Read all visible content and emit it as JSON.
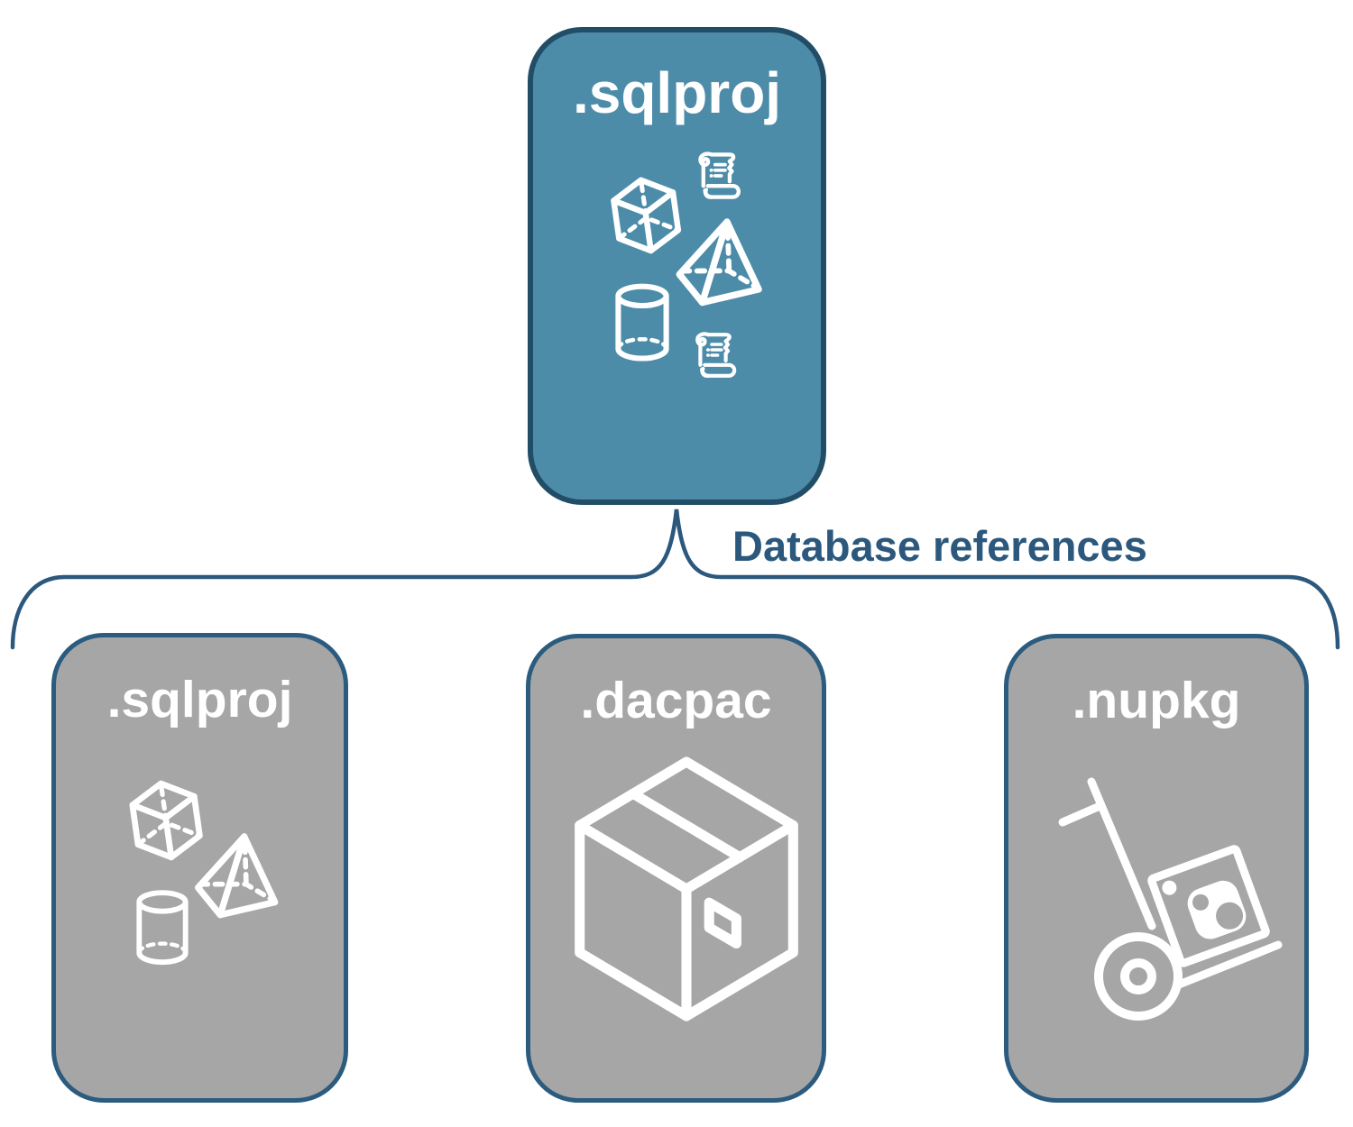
{
  "connector": {
    "label": "Database references"
  },
  "nodes": {
    "top": {
      "label": ".sqlproj",
      "icons": [
        "scroll-icon",
        "cube-icon",
        "pyramid-icon",
        "cylinder-icon",
        "scroll-icon"
      ]
    },
    "children": [
      {
        "label": ".sqlproj",
        "icons": [
          "cube-icon",
          "pyramid-icon",
          "cylinder-icon"
        ]
      },
      {
        "label": ".dacpac",
        "icons": [
          "package-box-icon"
        ]
      },
      {
        "label": ".nupkg",
        "icons": [
          "nuget-handtruck-icon"
        ]
      }
    ]
  },
  "colors": {
    "top_node_fill": "#4C8CA9",
    "top_node_border": "#224D66",
    "child_node_fill": "#A6A6A6",
    "child_node_border": "#2B5B7E",
    "connector_line": "#2B587C",
    "connector_label_text": "#2B587C",
    "node_title_text": "#FFFFFF",
    "icon_stroke": "#FFFFFF"
  }
}
